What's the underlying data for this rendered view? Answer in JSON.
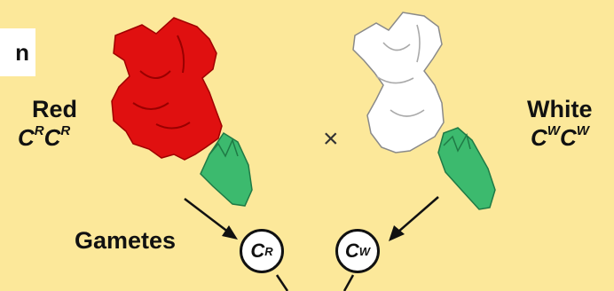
{
  "corner_label": "n",
  "parent_left": {
    "name": "Red",
    "genotype_base1": "C",
    "genotype_sup1": "R",
    "genotype_base2": "C",
    "genotype_sup2": "R",
    "color": "#e01010"
  },
  "parent_right": {
    "name": "White",
    "genotype_base1": "C",
    "genotype_sup1": "W",
    "genotype_base2": "C",
    "genotype_sup2": "W",
    "color": "#ffffff"
  },
  "cross_symbol": "×",
  "gametes_label": "Gametes",
  "gamete_left": {
    "base": "C",
    "sup": "R"
  },
  "gamete_right": {
    "base": "C",
    "sup": "W"
  },
  "colors": {
    "background": "#fce89a",
    "sepal": "#3cba6e",
    "outline": "#111111"
  }
}
